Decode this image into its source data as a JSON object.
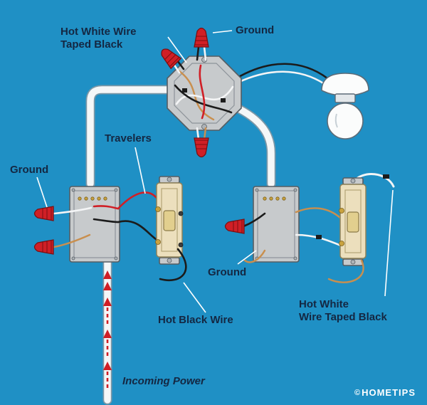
{
  "colors": {
    "background": "#1f90c5",
    "label_text": "#142742",
    "wire_red": "#d01f26",
    "wire_copper": "#c98f4e"
  },
  "labels": {
    "hot_white_taped_black_top": "Hot White Wire\nTaped Black",
    "ground_top": "Ground",
    "travelers": "Travelers",
    "ground_left": "Ground",
    "ground_middle": "Ground",
    "hot_black_wire": "Hot Black Wire",
    "hot_white_taped_black_right": "Hot White\nWire Taped Black",
    "incoming_power": "Incoming Power"
  },
  "footer": {
    "copyright": "©",
    "brand": "HOMETIPS"
  },
  "diagram": {
    "components": [
      "junction-box",
      "ceiling-light",
      "left-switch-box",
      "right-switch-box",
      "left-three-way-switch",
      "right-three-way-switch",
      "wire-nuts",
      "incoming-power-cable"
    ]
  }
}
